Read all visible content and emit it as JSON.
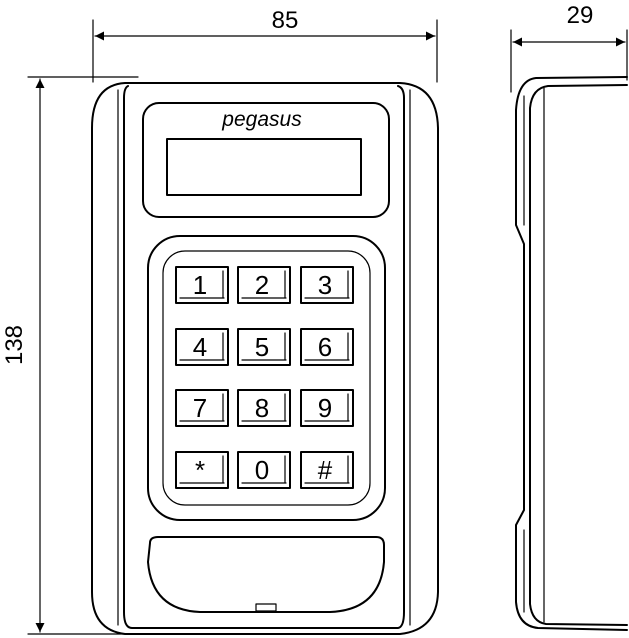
{
  "dimensions": {
    "width": "85",
    "depth": "29",
    "height": "138"
  },
  "device": {
    "brand": "pegasus",
    "keys": [
      "1",
      "2",
      "3",
      "4",
      "5",
      "6",
      "7",
      "8",
      "9",
      "*",
      "0",
      "#"
    ]
  }
}
